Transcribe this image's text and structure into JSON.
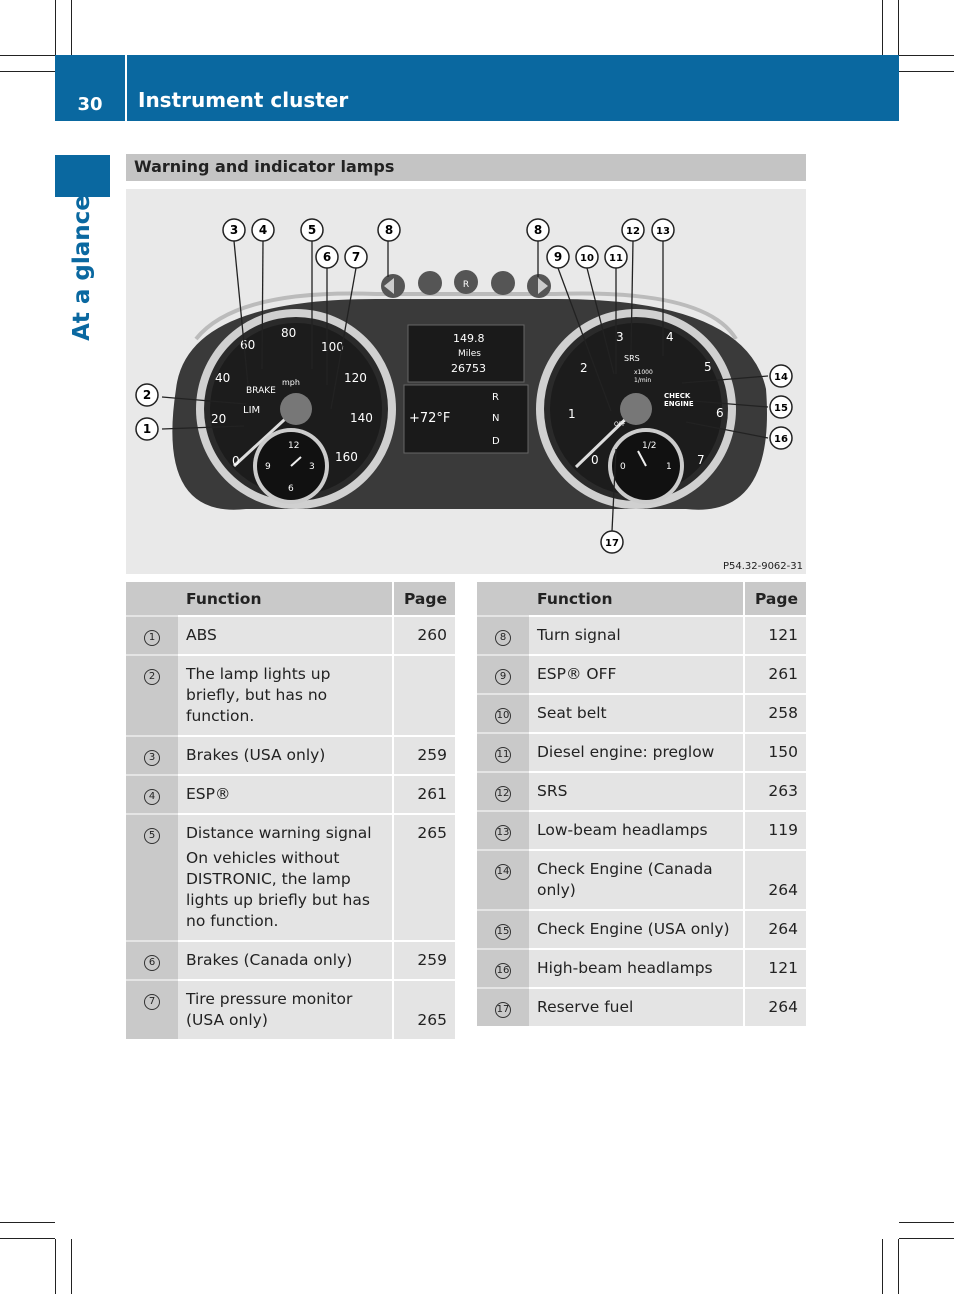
{
  "header": {
    "page_number": "30",
    "title": "Instrument cluster"
  },
  "side_tab": "At a glance",
  "section_title": "Warning and indicator lamps",
  "figure": {
    "code": "P54.32-9062-31",
    "callouts": [
      "1",
      "2",
      "3",
      "4",
      "5",
      "6",
      "7",
      "8",
      "8",
      "9",
      "10",
      "11",
      "12",
      "13",
      "14",
      "15",
      "16",
      "17"
    ],
    "display": {
      "trip": "149.8",
      "trip_unit": "Miles",
      "odometer": "26753",
      "temperature": "+72°F",
      "gear_r": "R",
      "gear_n": "N",
      "gear_d": "D"
    },
    "speedo_labels": [
      "0",
      "20",
      "40",
      "60",
      "80",
      "100",
      "120",
      "140",
      "160"
    ],
    "speedo_unit": "mph",
    "tacho_labels": [
      "0",
      "1",
      "2",
      "3",
      "4",
      "5",
      "6",
      "7"
    ],
    "tacho_unit": "x1000\n1/min",
    "clock_labels": [
      "12",
      "3",
      "6",
      "9"
    ],
    "fuel_labels": [
      "0",
      "1/2",
      "1"
    ],
    "lamp_labels": {
      "brake": "BRAKE",
      "lim": "LIM",
      "srs": "SRS",
      "check_engine": "CHECK\nENGINE",
      "off": "OFF"
    }
  },
  "table_headers": {
    "function": "Function",
    "page": "Page"
  },
  "table_left": [
    {
      "num": "1",
      "function": "ABS",
      "page": "260"
    },
    {
      "num": "2",
      "function": "The lamp lights up briefly, but has no function.",
      "page": ""
    },
    {
      "num": "3",
      "function": "Brakes (USA only)",
      "page": "259"
    },
    {
      "num": "4",
      "function": "ESP®",
      "page": "261"
    },
    {
      "num": "5",
      "function": "Distance warning signal",
      "note": "On vehicles without DISTRONIC, the lamp lights up briefly but has no function.",
      "page": "265"
    },
    {
      "num": "6",
      "function": "Brakes (Canada only)",
      "page": "259"
    },
    {
      "num": "7",
      "function": "Tire pressure monitor (USA only)",
      "page": "265"
    }
  ],
  "table_right": [
    {
      "num": "8",
      "function": "Turn signal",
      "page": "121"
    },
    {
      "num": "9",
      "function": "ESP® OFF",
      "page": "261"
    },
    {
      "num": "10",
      "function": "Seat belt",
      "page": "258"
    },
    {
      "num": "11",
      "function": "Diesel engine: preglow",
      "page": "150"
    },
    {
      "num": "12",
      "function": "SRS",
      "page": "263"
    },
    {
      "num": "13",
      "function": "Low-beam headlamps",
      "page": "119"
    },
    {
      "num": "14",
      "function": "Check Engine (Canada only)",
      "page": "264"
    },
    {
      "num": "15",
      "function": "Check Engine (USA only)",
      "page": "264"
    },
    {
      "num": "16",
      "function": "High-beam headlamps",
      "page": "121"
    },
    {
      "num": "17",
      "function": "Reserve fuel",
      "page": "264"
    }
  ]
}
